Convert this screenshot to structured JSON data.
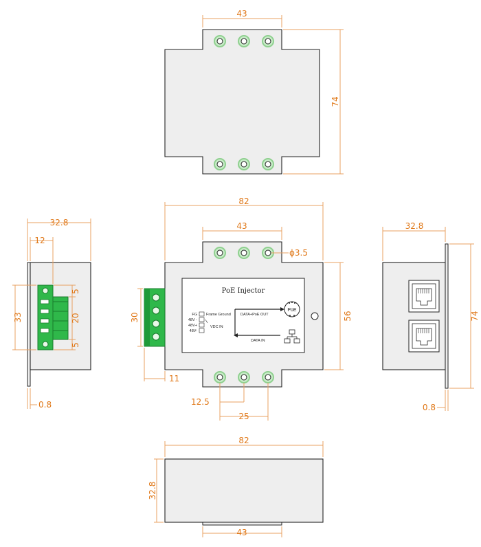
{
  "colors": {
    "background": "#ffffff",
    "housing": "#eeeeee",
    "housing_stroke": "#222222",
    "dimension": "#e07818",
    "dimension_line": "#e8a060",
    "mount_hole_ring": "#8fd08f",
    "terminal_block": "#2fb84a",
    "terminal_block_dark": "#1a7a2c",
    "label_panel": "#ffffff"
  },
  "top_view": {
    "dim_width": "43",
    "dim_height": "74"
  },
  "front_view": {
    "dim_overall_width": "82",
    "dim_flange_width": "43",
    "dim_hole_diameter": "ϕ3.5",
    "dim_height": "56",
    "dim_connector_height": "30",
    "dim_connector_depth": "11",
    "dim_hole_offset": "12.5",
    "dim_hole_pitch": "25",
    "label": {
      "title": "PoE Injector",
      "pin_labels": [
        "FG",
        "48V -",
        "48V+",
        "48V-"
      ],
      "frame_ground": "Frame Ground",
      "vdc_in": "VDC IN",
      "data_poe_out": "DATA+PoE OUT",
      "data_in": "DATA IN",
      "poe_badge": "PoE"
    }
  },
  "left_view": {
    "dim_depth": "32.8",
    "dim_offset": "12",
    "dim_height": "33",
    "dim_top_gap": "5",
    "dim_pin_span": "20",
    "dim_bottom_gap": "5",
    "dim_thickness": "0.8"
  },
  "right_view": {
    "dim_depth": "32.8",
    "dim_height": "74",
    "dim_thickness": "0.8"
  },
  "bottom_view": {
    "dim_width": "82",
    "dim_height": "32.8",
    "dim_flange": "43"
  }
}
